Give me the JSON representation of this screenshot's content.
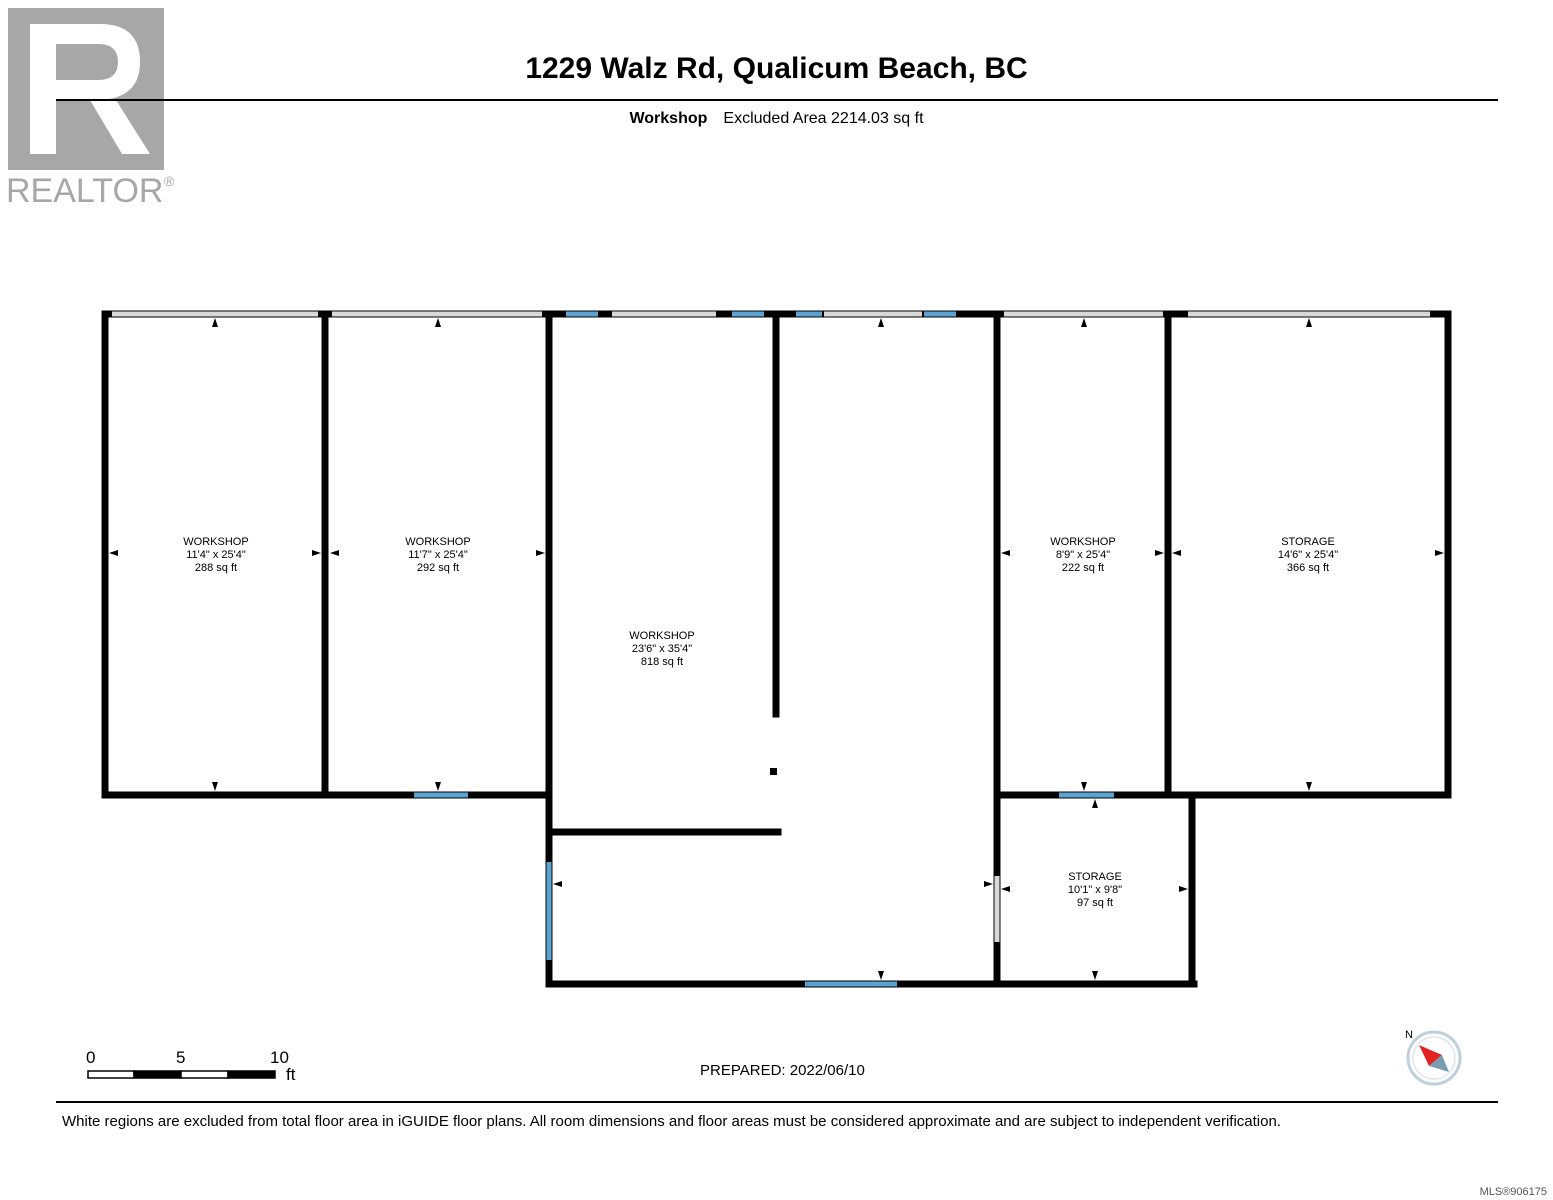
{
  "brand": {
    "logo_text": "REALTOR",
    "registered_mark": "®"
  },
  "header": {
    "address": "1229 Walz Rd, Qualicum Beach, BC",
    "section": "Workshop",
    "excluded_area": "Excluded Area 2214.03 sq ft"
  },
  "rooms": [
    {
      "name": "WORKSHOP",
      "dims": "11'4\" x 25'4\"",
      "area": "288 sq ft"
    },
    {
      "name": "WORKSHOP",
      "dims": "11'7\" x 25'4\"",
      "area": "292 sq ft"
    },
    {
      "name": "WORKSHOP",
      "dims": "23'6\" x 35'4\"",
      "area": "818 sq ft"
    },
    {
      "name": "WORKSHOP",
      "dims": "8'9\" x 25'4\"",
      "area": "222 sq ft"
    },
    {
      "name": "STORAGE",
      "dims": "14'6\" x 25'4\"",
      "area": "366 sq ft"
    },
    {
      "name": "STORAGE",
      "dims": "10'1\" x 9'8\"",
      "area": "97 sq ft"
    }
  ],
  "scale_bar": {
    "ticks": [
      "0",
      "5",
      "10"
    ],
    "unit": "ft"
  },
  "compass": {
    "label": "N"
  },
  "footer": {
    "prepared": "PREPARED: 2022/06/10",
    "disclaimer": "White regions are excluded from total floor area in iGUIDE floor plans. All room dimensions and floor areas must be considered approximate and are subject to independent verification.",
    "mls": "MLS®906175"
  },
  "colors": {
    "wall": "#000000",
    "window": "#5ba3cf",
    "opening": "#d8d8d8",
    "logo_gray": "#a7a7a7"
  }
}
